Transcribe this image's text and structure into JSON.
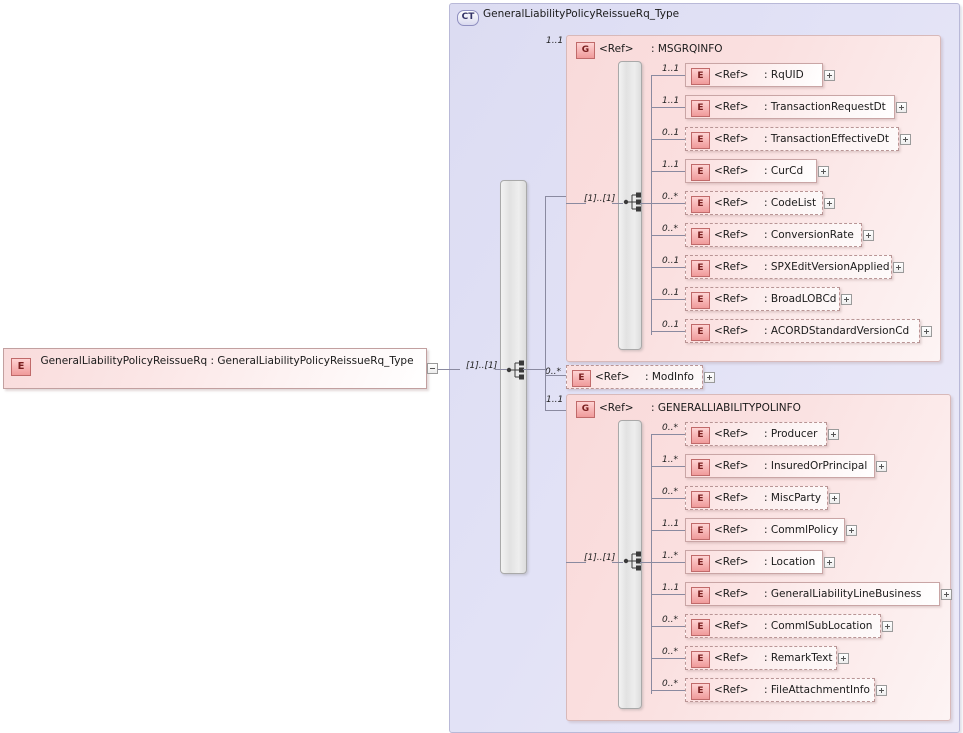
{
  "diagram": {
    "type": "xsd-schema-diagram",
    "root": {
      "icon": "E",
      "name": "GeneralLiabilityPolicyReissueRq",
      "type": "GeneralLiabilityPolicyReissueRq_Type",
      "label": "GeneralLiabilityPolicyReissueRq  : GeneralLiabilityPolicyReissueRq_Type",
      "expander": "minus"
    },
    "complex_type": {
      "icon": "CT",
      "title": "GeneralLiabilityPolicyReissueRq_Type",
      "sequence_cardinality": "[1]..[1]"
    },
    "groups": [
      {
        "icon": "G",
        "ref": "<Ref>",
        "name": ": MSGRQINFO",
        "cardinality": "1..1",
        "sequence_cardinality": "[1]..[1]",
        "children": [
          {
            "icon": "E",
            "ref": "<Ref>",
            "name": ": RqUID",
            "cardinality": "1..1",
            "optional": false,
            "expander": "plus"
          },
          {
            "icon": "E",
            "ref": "<Ref>",
            "name": ": TransactionRequestDt",
            "cardinality": "1..1",
            "optional": false,
            "expander": "plus"
          },
          {
            "icon": "E",
            "ref": "<Ref>",
            "name": ": TransactionEffectiveDt",
            "cardinality": "0..1",
            "optional": true,
            "expander": "plus"
          },
          {
            "icon": "E",
            "ref": "<Ref>",
            "name": ": CurCd",
            "cardinality": "1..1",
            "optional": false,
            "expander": "plus"
          },
          {
            "icon": "E",
            "ref": "<Ref>",
            "name": ": CodeList",
            "cardinality": "0..*",
            "optional": true,
            "expander": "plus"
          },
          {
            "icon": "E",
            "ref": "<Ref>",
            "name": ": ConversionRate",
            "cardinality": "0..*",
            "optional": true,
            "expander": "plus"
          },
          {
            "icon": "E",
            "ref": "<Ref>",
            "name": ": SPXEditVersionApplied",
            "cardinality": "0..1",
            "optional": true,
            "expander": "plus"
          },
          {
            "icon": "E",
            "ref": "<Ref>",
            "name": ": BroadLOBCd",
            "cardinality": "0..1",
            "optional": true,
            "expander": "plus"
          },
          {
            "icon": "E",
            "ref": "<Ref>",
            "name": ": ACORDStandardVersionCd",
            "cardinality": "0..1",
            "optional": true,
            "expander": "plus"
          }
        ]
      },
      {
        "icon": "G",
        "ref": "<Ref>",
        "name": ": GENERALLIABILITYPOLINFO",
        "cardinality": "1..1",
        "sequence_cardinality": "[1]..[1]",
        "children": [
          {
            "icon": "E",
            "ref": "<Ref>",
            "name": ": Producer",
            "cardinality": "0..*",
            "optional": true,
            "expander": "plus"
          },
          {
            "icon": "E",
            "ref": "<Ref>",
            "name": ": InsuredOrPrincipal",
            "cardinality": "1..*",
            "optional": false,
            "expander": "plus"
          },
          {
            "icon": "E",
            "ref": "<Ref>",
            "name": ": MiscParty",
            "cardinality": "0..*",
            "optional": true,
            "expander": "plus"
          },
          {
            "icon": "E",
            "ref": "<Ref>",
            "name": ": CommlPolicy",
            "cardinality": "1..1",
            "optional": false,
            "expander": "plus"
          },
          {
            "icon": "E",
            "ref": "<Ref>",
            "name": ": Location",
            "cardinality": "1..*",
            "optional": false,
            "expander": "plus"
          },
          {
            "icon": "E",
            "ref": "<Ref>",
            "name": ": GeneralLiabilityLineBusiness",
            "cardinality": "1..1",
            "optional": false,
            "expander": "plus"
          },
          {
            "icon": "E",
            "ref": "<Ref>",
            "name": ": CommlSubLocation",
            "cardinality": "0..*",
            "optional": true,
            "expander": "plus"
          },
          {
            "icon": "E",
            "ref": "<Ref>",
            "name": ": RemarkText",
            "cardinality": "0..*",
            "optional": true,
            "expander": "plus"
          },
          {
            "icon": "E",
            "ref": "<Ref>",
            "name": ": FileAttachmentInfo",
            "cardinality": "0..*",
            "optional": true,
            "expander": "plus"
          }
        ]
      }
    ],
    "standalone": [
      {
        "icon": "E",
        "ref": "<Ref>",
        "name": ": ModInfo",
        "cardinality": "0..*",
        "optional": true,
        "expander": "plus"
      }
    ],
    "colors": {
      "ct_container": "#dcdcf2",
      "group_container": "#f9dada",
      "node_fill": "#fbdede",
      "icon_fill": "#f09a9a",
      "line": "#8a8aa0"
    }
  }
}
